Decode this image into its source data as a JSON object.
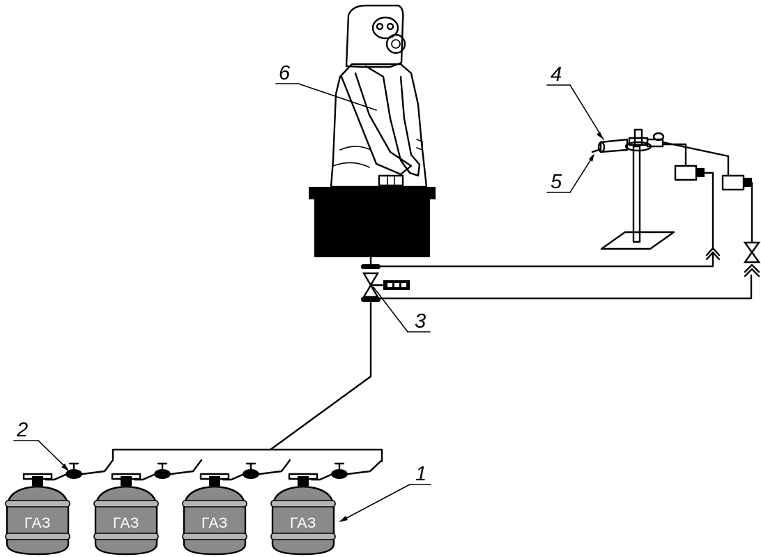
{
  "labels": {
    "cylinders": "1",
    "cylinder_valve": "2",
    "main_valve": "3",
    "burner": "4",
    "igniter": "5",
    "mannequin_suit": "6"
  },
  "cylinder_text": [
    "ГАЗ",
    "ГАЗ",
    "ГАЗ",
    "ГАЗ"
  ],
  "colors": {
    "ink": "#000000",
    "cylinder_fill": "#8a8a8a",
    "cylinder_band": "#b5b5b5",
    "background": "#ffffff"
  }
}
